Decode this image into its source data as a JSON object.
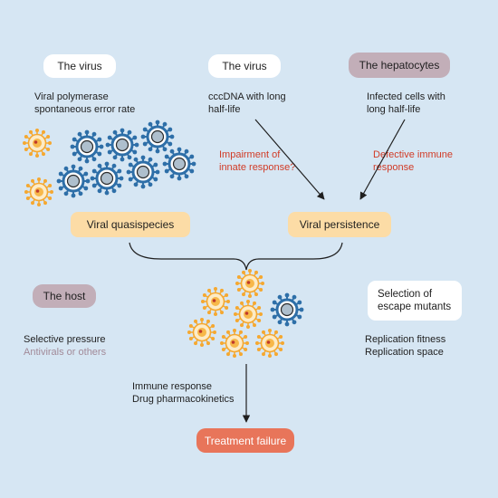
{
  "top_left": {
    "label": "The virus",
    "line1": "Viral polymerase",
    "line2": "spontaneous error rate"
  },
  "top_middle": {
    "label": "The virus",
    "line1": "cccDNA with long",
    "line2": "half-life"
  },
  "top_right": {
    "label": "The hepatocytes",
    "line1": "Infected cells with",
    "line2": "long half-life"
  },
  "annotations": {
    "innate_line1": "Impairment of",
    "innate_line2": "innate response?",
    "immune_line1": "Defective immune",
    "immune_line2": "response"
  },
  "middle": {
    "quasispecies": "Viral quasispecies",
    "persistence": "Viral persistence"
  },
  "host": {
    "label": "The host",
    "line1": "Selective pressure",
    "line2": "Antivirals or others"
  },
  "escape": {
    "line1": "Selection of",
    "line2": "escape mutants",
    "detail1": "Replication fitness",
    "detail2": "Replication space"
  },
  "bottom": {
    "line1": "Immune response",
    "line2": "Drug pharmacokinetics",
    "outcome": "Treatment failure"
  },
  "colors": {
    "background": "#d6e6f3",
    "wild_type_virus": "#f5a830",
    "mutant_virus": "#2e6fa8",
    "red_text": "#d13b26"
  }
}
